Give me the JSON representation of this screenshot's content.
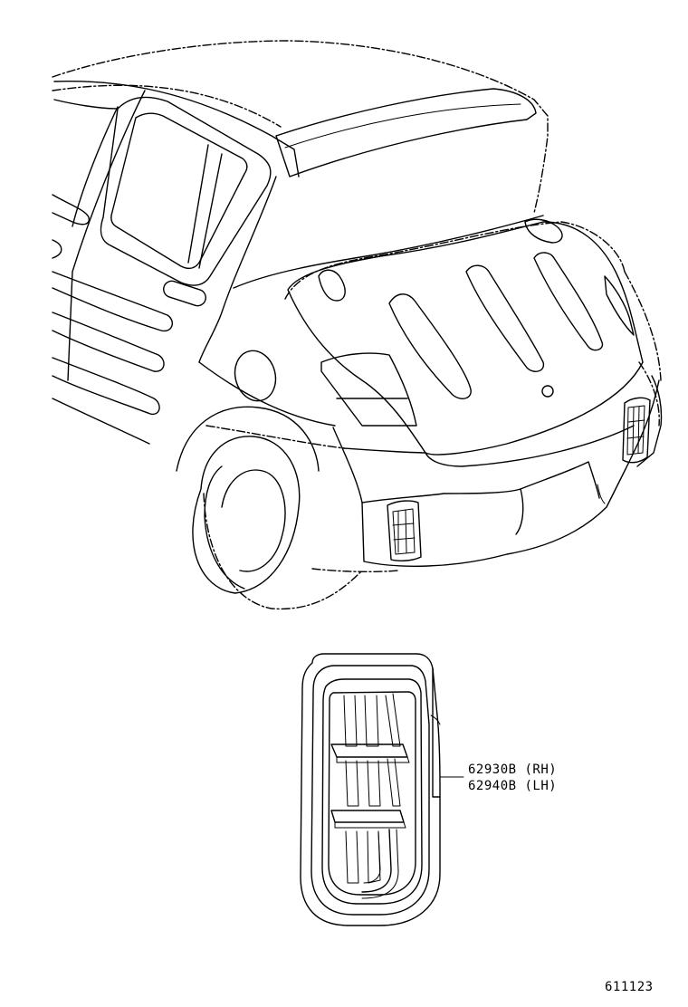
{
  "callout": {
    "part_rh": "62930B (RH)",
    "part_lh": "62940B (LH)"
  },
  "footer": {
    "drawing_number": "611123"
  },
  "figures": {
    "car_view": "car-rear-quarter-view",
    "part_view": "rear-quarter-vent-louver"
  }
}
